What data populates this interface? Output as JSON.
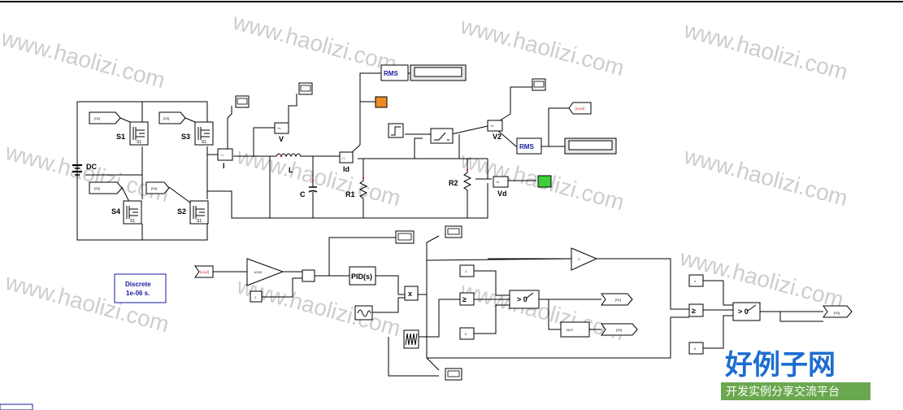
{
  "watermark": {
    "text": "www.haolizi.com",
    "brand_cn": "好例子网",
    "slogan_cn": "开发实例分享交流平台",
    "brand_color": "#1c6dd0",
    "slogan_bg": "#6aa84f"
  },
  "power": {
    "dc_label": "DC",
    "s1": "S1",
    "s2": "S2",
    "s3": "S3",
    "s4": "S4",
    "s1_tag": "[S1]",
    "s2_tag": "[S2]",
    "s3_tag": "[S3]",
    "s4_tag": "[S4]",
    "i_label": "I",
    "v_label": "V",
    "l_label": "L",
    "c_label": "C",
    "r1_label": "R1",
    "id_label": "Id",
    "v2_label": "V2",
    "r2_label": "R2",
    "vd_label": "Vd",
    "rms1": "RMS",
    "rms2": "RMS",
    "vout_tag": "[vout]",
    "plus_v": "+v",
    "plus_i": "+ i"
  },
  "control": {
    "discrete_line1": "Discrete",
    "discrete_line2": "1e-06 s.",
    "vout_tag": "[vout]",
    "gain": "1/220",
    "const1": "1",
    "pid": "PID(s)",
    "mult": "x",
    "neg_gain": "-1",
    "const_a": "1",
    "const_b": "0",
    "ge1": "≥",
    "switch1": "> 0",
    "s1_tag": "[S1]",
    "not": "NOT",
    "s2_tag": "[S2]",
    "const_c": "1",
    "const_d": "0",
    "ge2": "≥",
    "switch2": "> 0",
    "s3_tag": "[S3]"
  },
  "colors": {
    "scope_orange": "#f08a24",
    "scope_green": "#3ccf3c",
    "text_blue": "#1a1aa0",
    "tag_red": "#d02020"
  }
}
